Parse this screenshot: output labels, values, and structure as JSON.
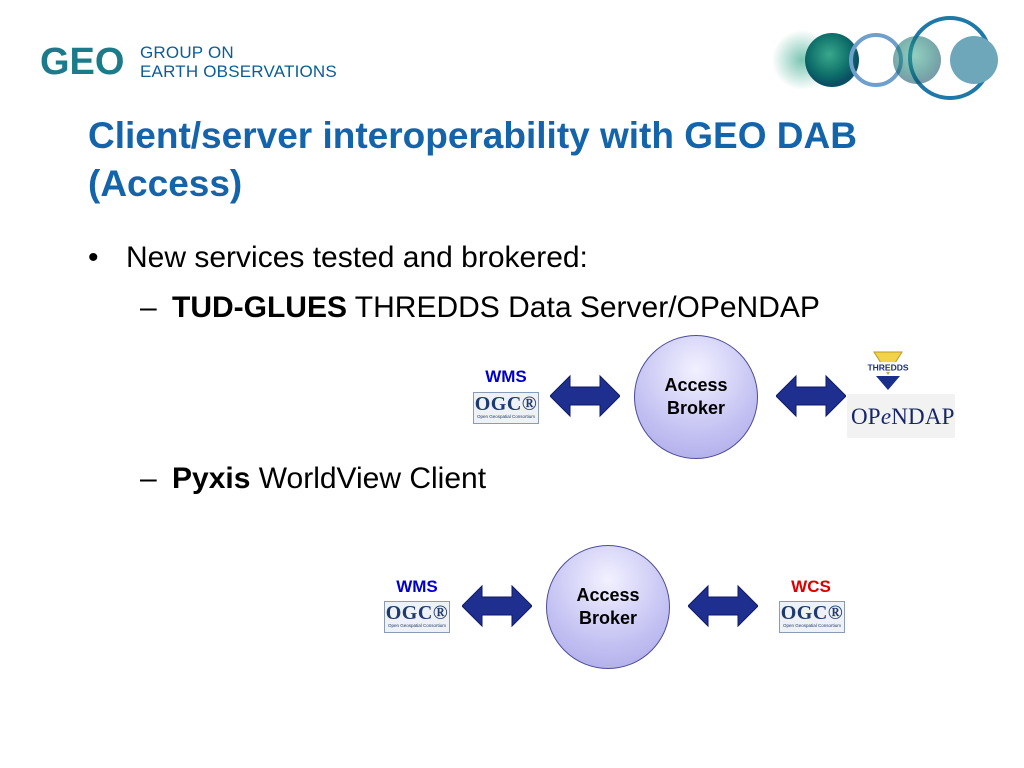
{
  "header": {
    "org_line_1": "GROUP ON",
    "org_line_2": "EARTH OBSERVATIONS",
    "logo_text": "GEO"
  },
  "title": {
    "line_1": "Client/server interoperability with GEO DAB",
    "line_2": "(Access)"
  },
  "bullets": {
    "main": "New services tested and brokered:",
    "sub_1_bold": "TUD-GLUES",
    "sub_1_rest": " THREDDS Data Server/OPeNDAP",
    "sub_2_bold": "Pyxis",
    "sub_2_rest": " WorldView Client"
  },
  "diagram_1": {
    "left_label": "WMS",
    "broker_line_1": "Access",
    "broker_line_2": "Broker",
    "right_top_logo": "THREDDS",
    "right_logo_a": "OP",
    "right_logo_e": "e",
    "right_logo_b": "NDAP"
  },
  "diagram_2": {
    "left_label": "WMS",
    "broker_line_1": "Access",
    "broker_line_2": "Broker",
    "right_label": "WCS"
  },
  "ogc_logo": {
    "main": "OGC®",
    "sub": "Open Geospatial Consortium"
  },
  "colors": {
    "title": "#1464ac",
    "wms_label": "#0000cc",
    "wcs_label": "#dd0000",
    "arrow": "#1f2f8f",
    "broker_fill": "#c3c1f2"
  }
}
